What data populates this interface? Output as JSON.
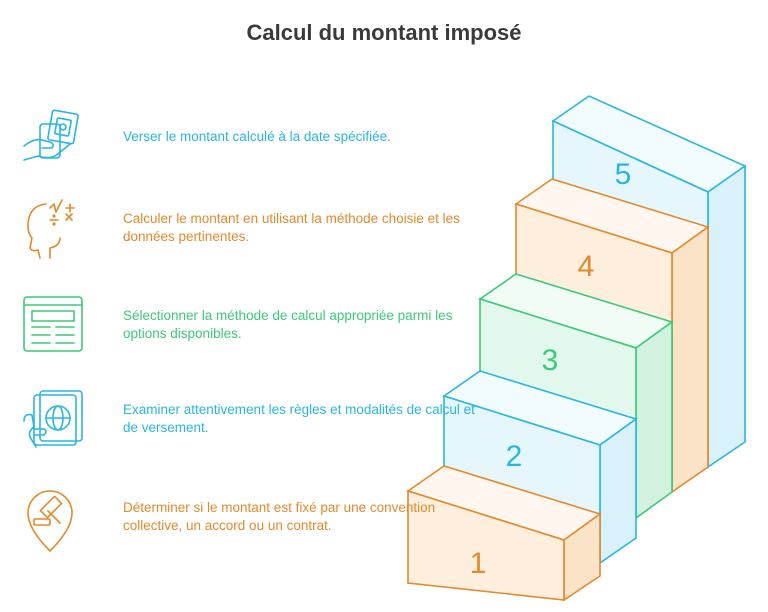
{
  "title": "Calcul du montant imposé",
  "steps": [
    {
      "number": "5",
      "text": "Verser le montant calculé à la date spécifiée.",
      "icon": "hand-money-icon",
      "color": "#29b6e0",
      "fill": "#e6f6fd"
    },
    {
      "number": "4",
      "text": "Calculer le montant en utilisant la méthode choisie et les données pertinentes.",
      "icon": "head-math-icon",
      "color": "#e3892b",
      "fill": "#fdeedd"
    },
    {
      "number": "3",
      "text": "Sélectionner la méthode de calcul appropriée parmi les options disponibles.",
      "icon": "form-icon",
      "color": "#3cc97a",
      "fill": "#e3f8ec"
    },
    {
      "number": "2",
      "text": "Examiner attentivement les règles et modalités de calcul et de versement.",
      "icon": "passport-globe-icon",
      "color": "#29b6e0",
      "fill": "#e6f6fd"
    },
    {
      "number": "1",
      "text": "Déterminer si le montant est fixé par une convention collective, un accord ou un contrat.",
      "icon": "gavel-pin-icon",
      "color": "#e3892b",
      "fill": "#fdeedd"
    }
  ]
}
